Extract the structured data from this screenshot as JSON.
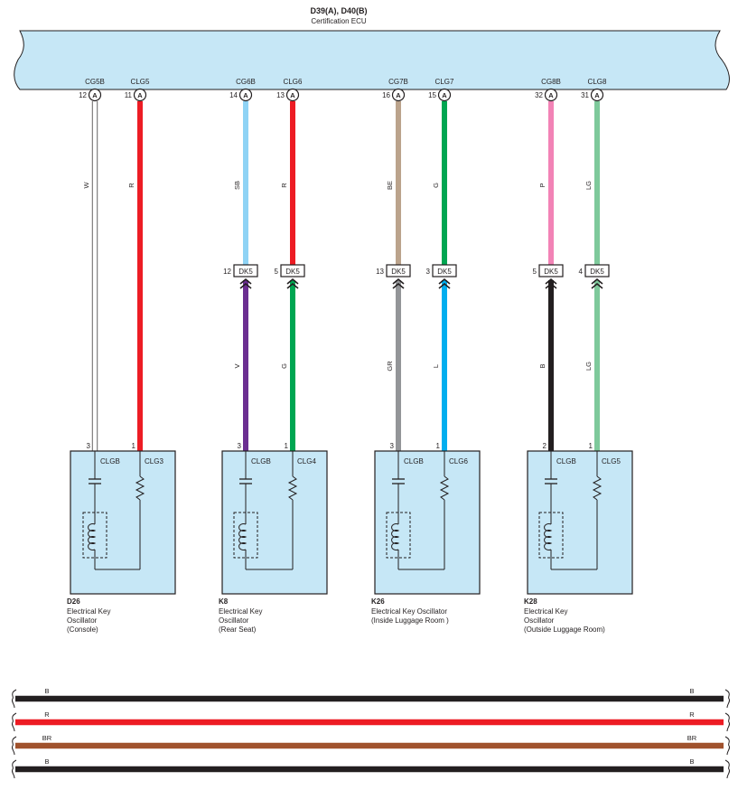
{
  "ecu": {
    "code": "D39(A), D40(B)",
    "name": "Certification ECU"
  },
  "colors": {
    "ecu_fill": "#c6e7f6",
    "box_fill": "#c6e7f6",
    "stroke": "#231f20",
    "W": "#ffffff",
    "R": "#ed1c24",
    "SB": "#8fd3f5",
    "BE": "#bba38c",
    "G": "#00a651",
    "P": "#f283b6",
    "LG": "#7ec99b",
    "V": "#6b2e91",
    "GR": "#939598",
    "L": "#00aeef",
    "B": "#231f20",
    "BR": "#a0522d"
  },
  "icons": {
    "connector_marker": "circle-A-icon",
    "junction_arrow": "double-chevron-up-icon",
    "capacitor": "capacitor-icon",
    "resistor": "resistor-icon",
    "coil": "coil-icon"
  },
  "units": [
    {
      "connector": "D26",
      "desc": [
        "Electrical Key",
        "Oscillator",
        "(Console)"
      ],
      "wires": [
        {
          "ecu_label": "CG5B",
          "ecu_pin": "12",
          "connector_letter": "A",
          "upper_color": "W",
          "dk5": null,
          "lower_color": null,
          "osc_pin": "3",
          "osc_label": "CLGB"
        },
        {
          "ecu_label": "CLG5",
          "ecu_pin": "11",
          "connector_letter": "A",
          "upper_color": "R",
          "dk5": null,
          "lower_color": null,
          "osc_pin": "1",
          "osc_label": "CLG3"
        }
      ]
    },
    {
      "connector": "K8",
      "desc": [
        "Electrical Key",
        "Oscillator",
        "(Rear Seat)"
      ],
      "wires": [
        {
          "ecu_label": "CG6B",
          "ecu_pin": "14",
          "connector_letter": "A",
          "upper_color": "SB",
          "dk5": {
            "pin": "12",
            "label": "DK5"
          },
          "lower_color": "V",
          "osc_pin": "3",
          "osc_label": "CLGB"
        },
        {
          "ecu_label": "CLG6",
          "ecu_pin": "13",
          "connector_letter": "A",
          "upper_color": "R",
          "dk5": {
            "pin": "5",
            "label": "DK5"
          },
          "lower_color": "G",
          "osc_pin": "1",
          "osc_label": "CLG4"
        }
      ]
    },
    {
      "connector": "K26",
      "desc": [
        "Electrical Key Oscillator",
        "(Inside Luggage Room )"
      ],
      "wires": [
        {
          "ecu_label": "CG7B",
          "ecu_pin": "16",
          "connector_letter": "A",
          "upper_color": "BE",
          "dk5": {
            "pin": "13",
            "label": "DK5"
          },
          "lower_color": "GR",
          "osc_pin": "3",
          "osc_label": "CLGB"
        },
        {
          "ecu_label": "CLG7",
          "ecu_pin": "15",
          "connector_letter": "A",
          "upper_color": "G",
          "dk5": {
            "pin": "3",
            "label": "DK5"
          },
          "lower_color": "L",
          "osc_pin": "1",
          "osc_label": "CLG6"
        }
      ]
    },
    {
      "connector": "K28",
      "desc": [
        "Electrical Key",
        "Oscillator",
        "(Outside Luggage Room)"
      ],
      "wires": [
        {
          "ecu_label": "CG8B",
          "ecu_pin": "32",
          "connector_letter": "A",
          "upper_color": "P",
          "dk5": {
            "pin": "5",
            "label": "DK5"
          },
          "lower_color": "B",
          "osc_pin": "2",
          "osc_label": "CLGB"
        },
        {
          "ecu_label": "CLG8",
          "ecu_pin": "31",
          "connector_letter": "A",
          "upper_color": "LG",
          "dk5": {
            "pin": "4",
            "label": "DK5"
          },
          "lower_color": "LG",
          "osc_pin": "1",
          "osc_label": "CLG5"
        }
      ]
    }
  ],
  "bus_wires": [
    {
      "color": "B",
      "left_label": "B",
      "right_label": "B"
    },
    {
      "color": "R",
      "left_label": "R",
      "right_label": "R"
    },
    {
      "color": "BR",
      "left_label": "BR",
      "right_label": "BR"
    },
    {
      "color": "B",
      "left_label": "B",
      "right_label": "B"
    }
  ]
}
